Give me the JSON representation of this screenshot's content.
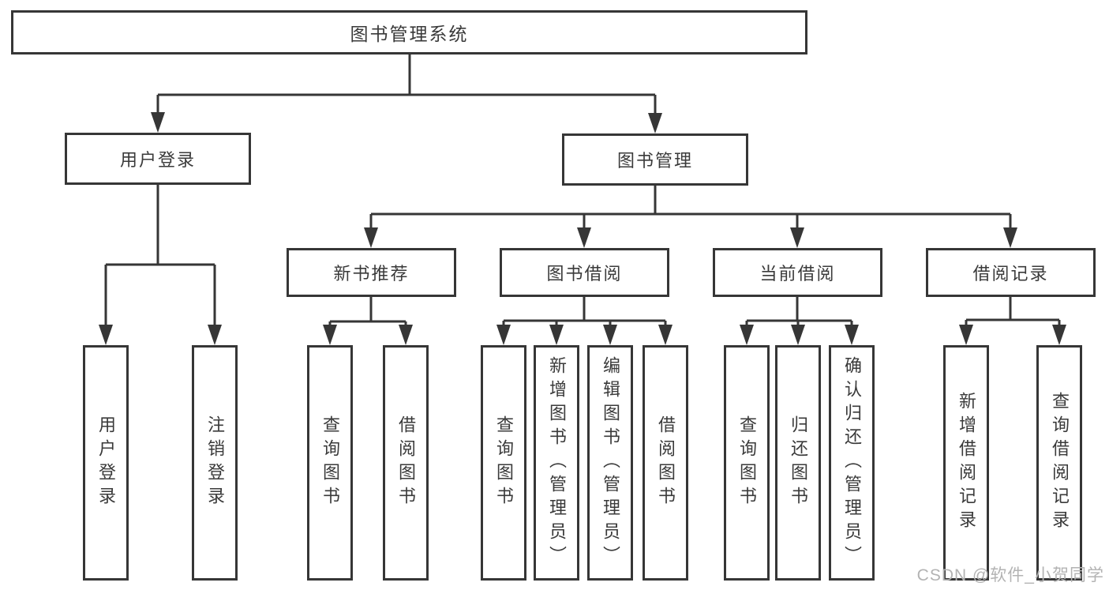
{
  "diagram": {
    "root": {
      "label": "图书管理系统"
    },
    "branches": [
      {
        "label": "用户登录",
        "children": [
          {
            "label": "用户登录"
          },
          {
            "label": "注销登录"
          }
        ]
      },
      {
        "label": "图书管理",
        "children": [
          {
            "label": "新书推荐",
            "children": [
              {
                "label": "查询图书"
              },
              {
                "label": "借阅图书"
              }
            ]
          },
          {
            "label": "图书借阅",
            "children": [
              {
                "label": "查询图书"
              },
              {
                "label": "新增图书（管理员）"
              },
              {
                "label": "编辑图书（管理员）"
              },
              {
                "label": "借阅图书"
              }
            ]
          },
          {
            "label": "当前借阅",
            "children": [
              {
                "label": "查询图书"
              },
              {
                "label": "归还图书"
              },
              {
                "label": "确认归还（管理员）"
              }
            ]
          },
          {
            "label": "借阅记录",
            "children": [
              {
                "label": "新增借阅记录"
              },
              {
                "label": "查询借阅记录"
              }
            ]
          }
        ]
      }
    ]
  },
  "watermark": {
    "text": "CSDN @软件_小贺同学",
    "color": "#b3b3b3"
  },
  "colors": {
    "line": "#363636",
    "text": "#3a3a3a",
    "box_background": "#ffffff",
    "page_background": "#ffffff"
  }
}
